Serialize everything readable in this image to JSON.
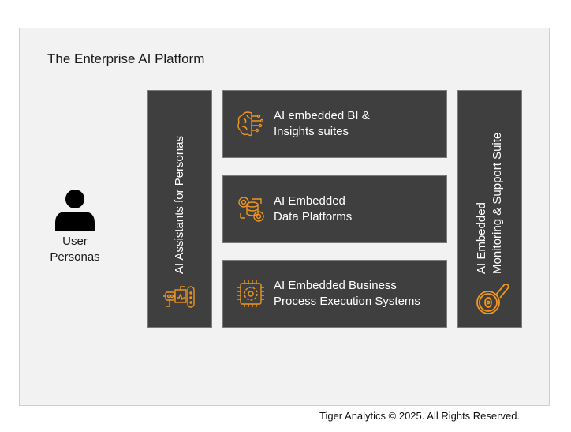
{
  "title": "The Enterprise AI Platform",
  "user": {
    "label_line1": "User",
    "label_line2": "Personas",
    "icon": "person-icon"
  },
  "left_column": {
    "label": "AI Assistants for Personas",
    "icon": "robot-icon"
  },
  "right_column": {
    "label_line1": "AI Embedded",
    "label_line2": "Monitoring & Support Suite",
    "icon": "magnifier-eye-icon"
  },
  "modules": [
    {
      "line1": "AI embedded BI &",
      "line2": "Insights suites",
      "icon": "brain-circuit-icon"
    },
    {
      "line1": "AI Embedded",
      "line2": "Data Platforms",
      "icon": "database-gears-icon"
    },
    {
      "line1": "AI Embedded Business",
      "line2": "Process Execution Systems",
      "icon": "chip-gear-icon"
    }
  ],
  "footer": "Tiger Analytics © 2025. All Rights Reserved.",
  "colors": {
    "box": "#3f3f3f",
    "accent": "#f0961e",
    "panel": "#f2f2f2"
  }
}
